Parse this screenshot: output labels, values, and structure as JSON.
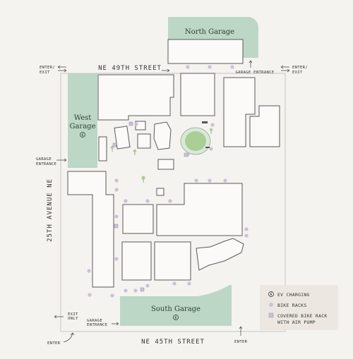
{
  "streets": {
    "north": "NE 49TH STREET",
    "south": "NE 45TH STREET",
    "west": "25TH AVENUE NE"
  },
  "garages": {
    "north": "North Garage",
    "west_line1": "West",
    "west_line2": "Garage",
    "south": "South Garage"
  },
  "access": {
    "nw_enter_exit_1": "ENTER/",
    "nw_enter_exit_2": "EXIT",
    "ne_enter_exit_1": "ENTER/",
    "ne_enter_exit_2": "EXIT",
    "garage_entrance_north": "GARAGE ENTRANCE",
    "garage_entrance_west_1": "GARAGE",
    "garage_entrance_west_2": "ENTRANCE",
    "exit_only_1": "EXIT",
    "exit_only_2": "ONLY",
    "garage_entrance_south_1": "GARAGE",
    "garage_entrance_south_2": "ENTRANCE",
    "enter_sw": "ENTER",
    "enter_se": "ENTER"
  },
  "legend": {
    "ev_charging": "EV CHARGING",
    "bike_racks": "BIKE RACKS",
    "covered_bike_rack_1": "COVERED BIKE RACK",
    "covered_bike_rack_2": "WITH AIR PUMP"
  },
  "colors": {
    "background": "#f5f3ef",
    "garage": "#bcd7c6",
    "bike_rack": "#ccc0d6",
    "building_outline": "#5a5a5a"
  }
}
